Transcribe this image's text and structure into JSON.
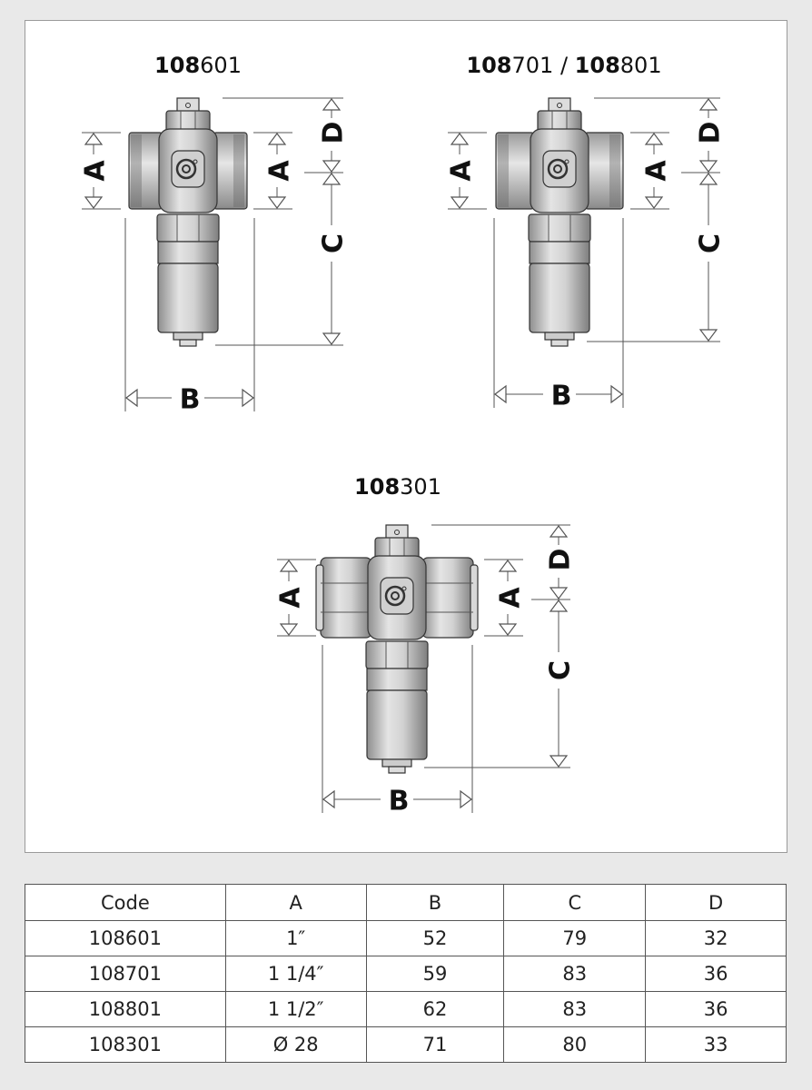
{
  "figures": [
    {
      "title_bold": "108",
      "title_rest": "601",
      "variant": "threaded"
    },
    {
      "title_bold": "108",
      "title_rest": "701 / ",
      "title_bold2": "108",
      "title_rest2": "801",
      "variant": "threaded-large"
    },
    {
      "title_bold": "108",
      "title_rest": "301",
      "variant": "compression"
    }
  ],
  "dimension_labels": {
    "a": "A",
    "b": "B",
    "c": "C",
    "d": "D"
  },
  "table": {
    "headers": [
      "Code",
      "A",
      "B",
      "C",
      "D"
    ],
    "rows": [
      [
        "108601",
        "1″",
        "52",
        "79",
        "32"
      ],
      [
        "108701",
        "1 1/4″",
        "59",
        "83",
        "36"
      ],
      [
        "108801",
        "1 1/2″",
        "62",
        "83",
        "36"
      ],
      [
        "108301",
        "Ø 28",
        "71",
        "80",
        "33"
      ]
    ]
  },
  "colors": {
    "background": "#e9e9e9",
    "panel": "#ffffff",
    "line": "#555555",
    "metal_dark": "#8a8a8a",
    "metal_light": "#e6e6e6"
  }
}
